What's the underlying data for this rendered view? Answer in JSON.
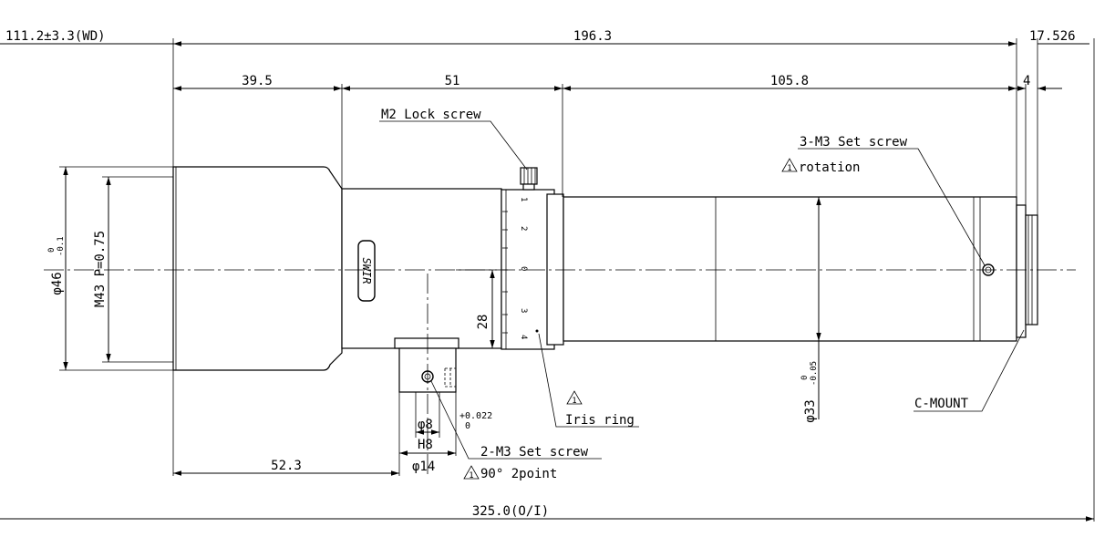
{
  "dimensions": {
    "wd": "111.2±3.3(WD)",
    "overall_length": "196.3",
    "flange_back": "17.526",
    "front_section": "39.5",
    "mid_section": "51",
    "rear_section": "105.8",
    "mount_step": "4",
    "total_oi": "325.0(O/I)",
    "mount_offset": "52.3",
    "front_diameter": "φ46",
    "front_diameter_tol_upper": "0",
    "front_diameter_tol_lower": "-0.1",
    "filter_thread": "M43 P=0.75",
    "rear_diameter": "φ33",
    "rear_diameter_tol_upper": "0",
    "rear_diameter_tol_lower": "-0.05",
    "mount_height": "28",
    "hole_diameter": "φ8",
    "hole_tol_upper": "+0.022",
    "hole_tol_lower": "0",
    "hole_fit": "H8",
    "boss_diameter": "φ14"
  },
  "annotations": {
    "lock_screw": "M2 Lock screw",
    "set_screw_3": "3-M3 Set screw",
    "set_screw_3_note": "rotation",
    "set_screw_2": "2-M3 Set screw",
    "set_screw_2_note": "90° 2point",
    "iris_ring": "Iris ring",
    "c_mount": "C-MOUNT",
    "warning_number": "1",
    "badge_label": "SWIR",
    "scale_marks": [
      "1",
      "2",
      "0",
      "3",
      "4"
    ]
  }
}
